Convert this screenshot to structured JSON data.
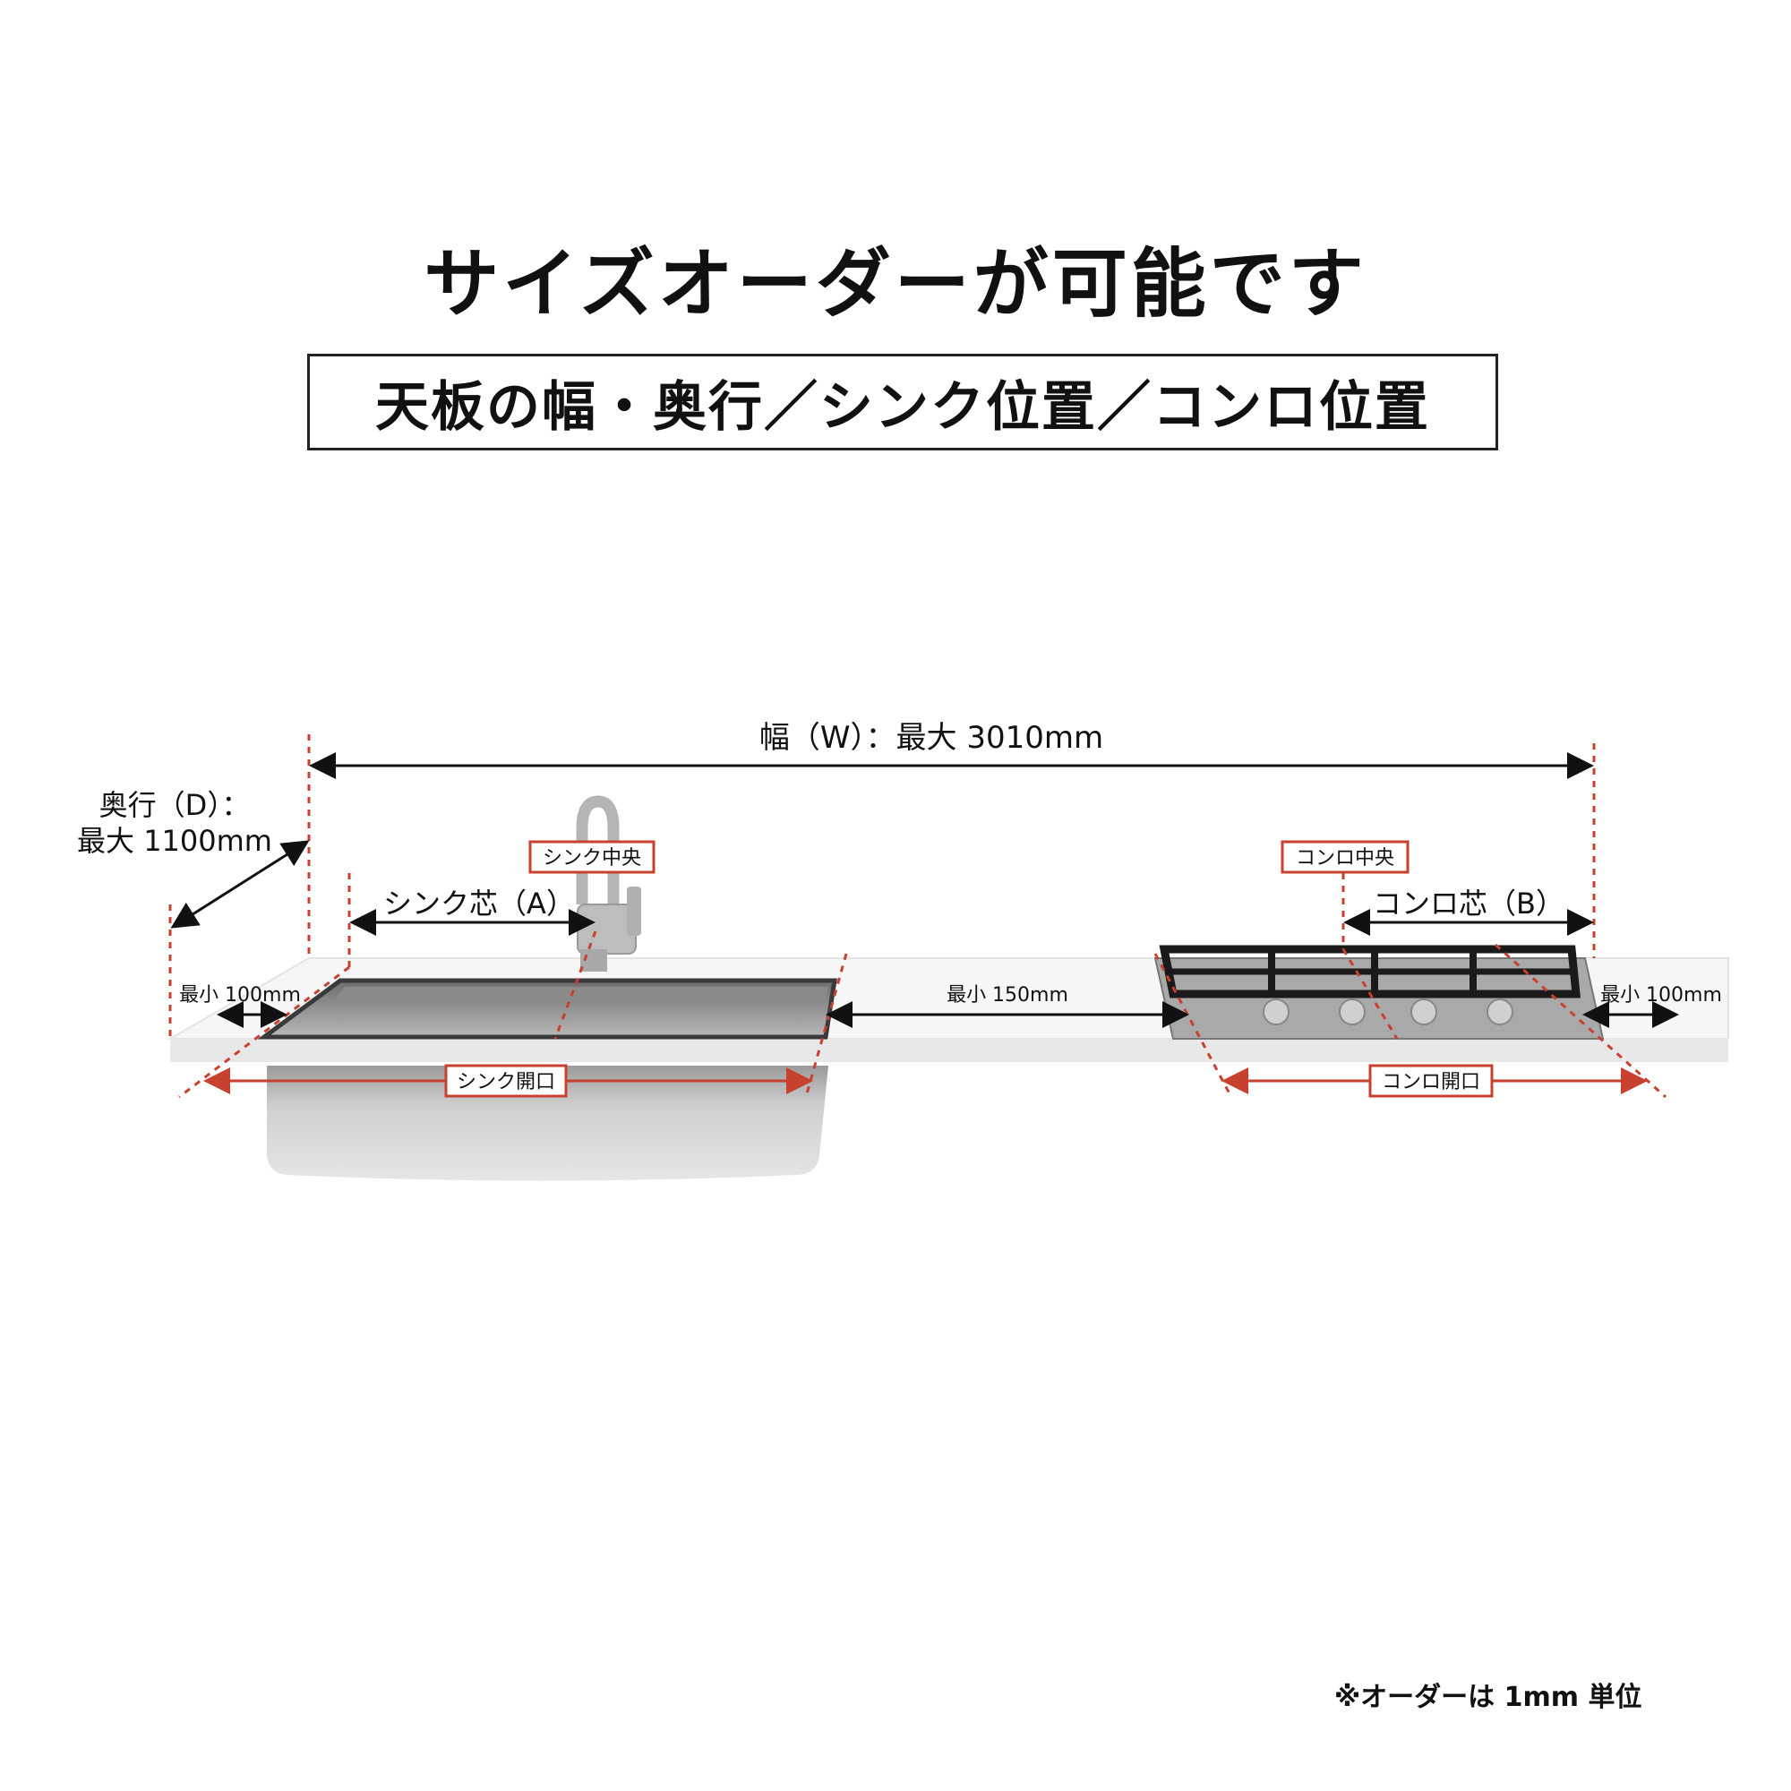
{
  "title": "サイズオーダーが可能です",
  "subtitle": "天板の幅・奥行／シンク位置／コンロ位置",
  "labels": {
    "width": "幅（W）：最大 3010mm",
    "depth_line1": "奥行（D）：",
    "depth_line2": "最大 1100mm",
    "sink_center": "シンク中央",
    "stove_center": "コンロ中央",
    "sink_axis": "シンク芯（A）",
    "stove_axis": "コンロ芯（B）",
    "min_left": "最小 100mm",
    "min_middle": "最小 150mm",
    "min_right": "最小 100mm",
    "sink_opening": "シンク開口",
    "stove_opening": "コンロ開口"
  },
  "note": "※オーダーは 1mm 単位",
  "colors": {
    "accent_red": "#c8412f",
    "countertop": "#f1f1f1",
    "steel": "#bdbdbd",
    "text": "#111111"
  }
}
